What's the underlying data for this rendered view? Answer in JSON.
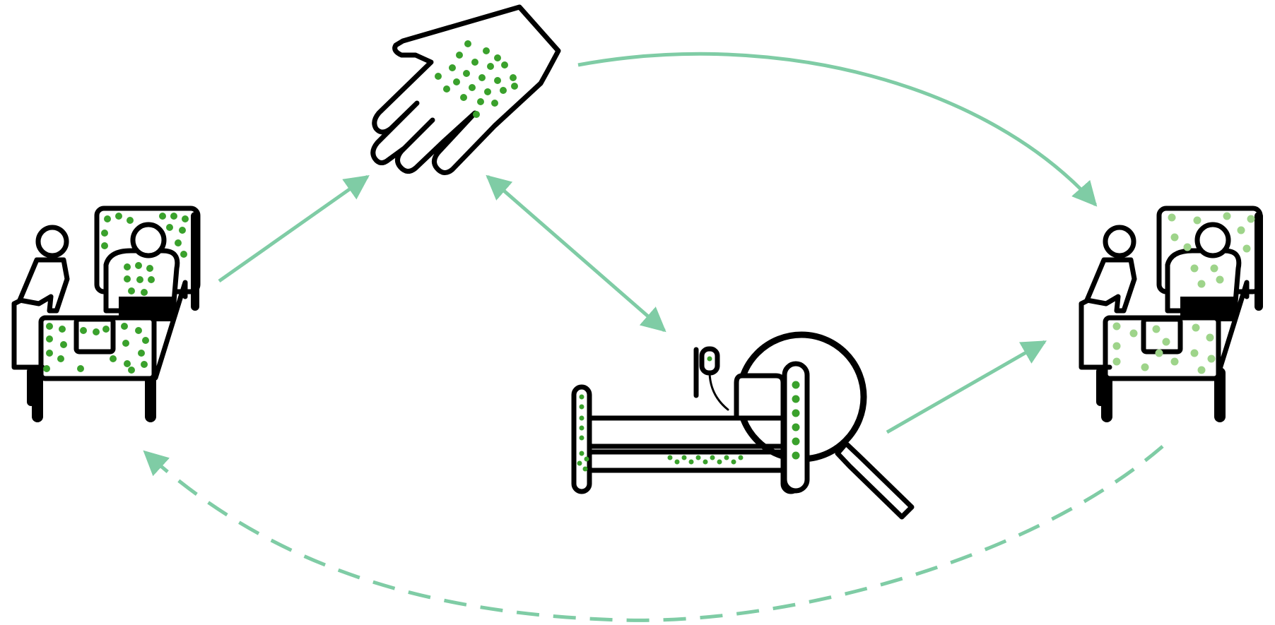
{
  "diagram": {
    "nodes": [
      {
        "id": "infected-patient",
        "icon": "infected-patient-bed-icon",
        "contamination": "heavy"
      },
      {
        "id": "contaminated-hand",
        "icon": "contaminated-hand-icon",
        "contamination": "heavy"
      },
      {
        "id": "contaminated-bed",
        "icon": "bed-under-magnifier-icon",
        "contamination": "partial"
      },
      {
        "id": "exposed-patient",
        "icon": "exposed-patient-bed-icon",
        "contamination": "light"
      }
    ],
    "edges": [
      {
        "from": "infected-patient",
        "to": "contaminated-hand",
        "style": "solid",
        "direction": "forward"
      },
      {
        "from": "contaminated-hand",
        "to": "exposed-patient",
        "style": "solid",
        "direction": "forward"
      },
      {
        "from": "contaminated-hand",
        "to": "contaminated-bed",
        "style": "solid",
        "direction": "both"
      },
      {
        "from": "contaminated-bed",
        "to": "exposed-patient",
        "style": "solid",
        "direction": "forward"
      },
      {
        "from": "exposed-patient",
        "to": "infected-patient",
        "style": "dashed",
        "direction": "forward"
      }
    ]
  },
  "colors": {
    "arrow": "#7fcca5",
    "contamination_dark": "#3aa12c",
    "contamination_light": "#9ed48a",
    "outline": "#000000",
    "background": "#ffffff"
  }
}
